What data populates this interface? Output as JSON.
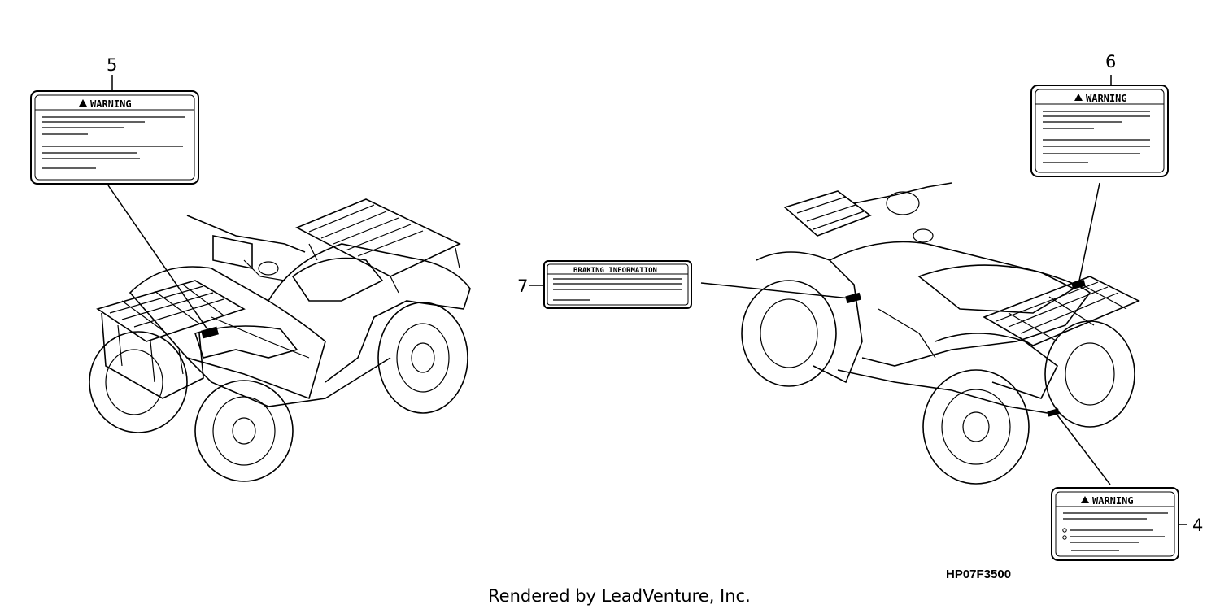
{
  "diagram": {
    "callouts": [
      {
        "number": "4"
      },
      {
        "number": "5"
      },
      {
        "number": "6"
      },
      {
        "number": "7"
      }
    ],
    "labels": {
      "warning_text": "WARNING",
      "braking_text": "BRAKING INFORMATION"
    },
    "part_code": "HP07F3500",
    "credit": "Rendered by LeadVenture, Inc."
  }
}
